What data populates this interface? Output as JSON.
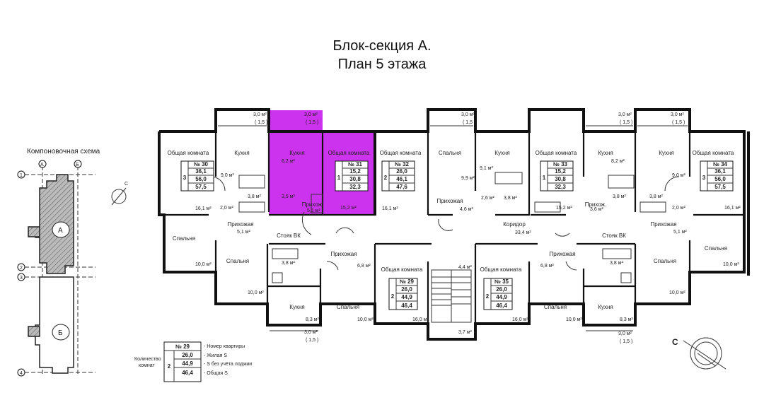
{
  "title": {
    "line1": "Блок-секция А.",
    "line2": "План 5 этажа"
  },
  "scheme": {
    "label": "Компоновочная схема",
    "axes_top": [
      "А",
      "Б"
    ],
    "axes_left": [
      "1",
      "2",
      "3",
      "4"
    ],
    "sections": [
      "А",
      "Б"
    ]
  },
  "compass": "С",
  "rooms": {
    "common_room": "Общая комната",
    "kitchen": "Кухня",
    "bedroom": "Спальня",
    "hall": "Прихожая",
    "corridor": "Коридор",
    "riser": "Стояк ВК",
    "hall_short": "Прихож."
  },
  "areas": {
    "a_3_0": "3,0 м²",
    "a_1_5": "( 1,5 )",
    "a_9_0": "9,0 м²",
    "a_3_8": "3,8 м²",
    "a_16_1": "16,1 м²",
    "a_2_0": "2,0 м²",
    "a_5_1": "5,1 м²",
    "a_10_0": "10,0 м²",
    "a_6_2": "6,2 м²",
    "a_3_5": "3,5 м²",
    "a_5_1b": "5,1 м²",
    "a_15_2": "15,2 м²",
    "a_9_9": "9,9 м²",
    "a_4_6": "4,6 м²",
    "a_9_1": "9,1 м²",
    "a_2_6": "2,6 м²",
    "a_8_2": "8,2 м²",
    "a_3_6": "3,6 м²",
    "a_33_4": "33,4 м²",
    "a_6_8": "6,8 м²",
    "a_4_4": "4,4 м²",
    "a_3_7": "3,7 м²",
    "a_8_3": "8,3 м²",
    "a_16_0": "16,0 м²"
  },
  "apartments": [
    {
      "num": "№ 30",
      "rooms": "3",
      "living": "36,1",
      "no_loggia": "56,0",
      "total": "57,5"
    },
    {
      "num": "№ 31",
      "rooms": "1",
      "living": "15,2",
      "no_loggia": "30,8",
      "total": "32,3"
    },
    {
      "num": "№ 32",
      "rooms": "2",
      "living": "26,0",
      "no_loggia": "46,1",
      "total": "47,6"
    },
    {
      "num": "№ 33",
      "rooms": "1",
      "living": "15,2",
      "no_loggia": "30,8",
      "total": "32,3"
    },
    {
      "num": "№ 34",
      "rooms": "3",
      "living": "36,1",
      "no_loggia": "56,0",
      "total": "57,5"
    },
    {
      "num": "№ 29",
      "rooms": "2",
      "living": "26,0",
      "no_loggia": "44,9",
      "total": "46,4"
    },
    {
      "num": "№ 35",
      "rooms": "2",
      "living": "26,0",
      "no_loggia": "44,9",
      "total": "46,4"
    }
  ],
  "legend": {
    "num": "№ 29",
    "rooms": "2",
    "living": "26,0",
    "no_loggia": "44,9",
    "total": "46,4",
    "rooms_label": "Количество комнат",
    "desc_num": "- Номер квартиры",
    "desc_living": "- Жилая S",
    "desc_no_loggia": "- S без учёта лоджии",
    "desc_total": "- Общая S"
  },
  "colors": {
    "highlight": "#cc33ee",
    "wall": "#111111",
    "hatch": "#888888"
  }
}
